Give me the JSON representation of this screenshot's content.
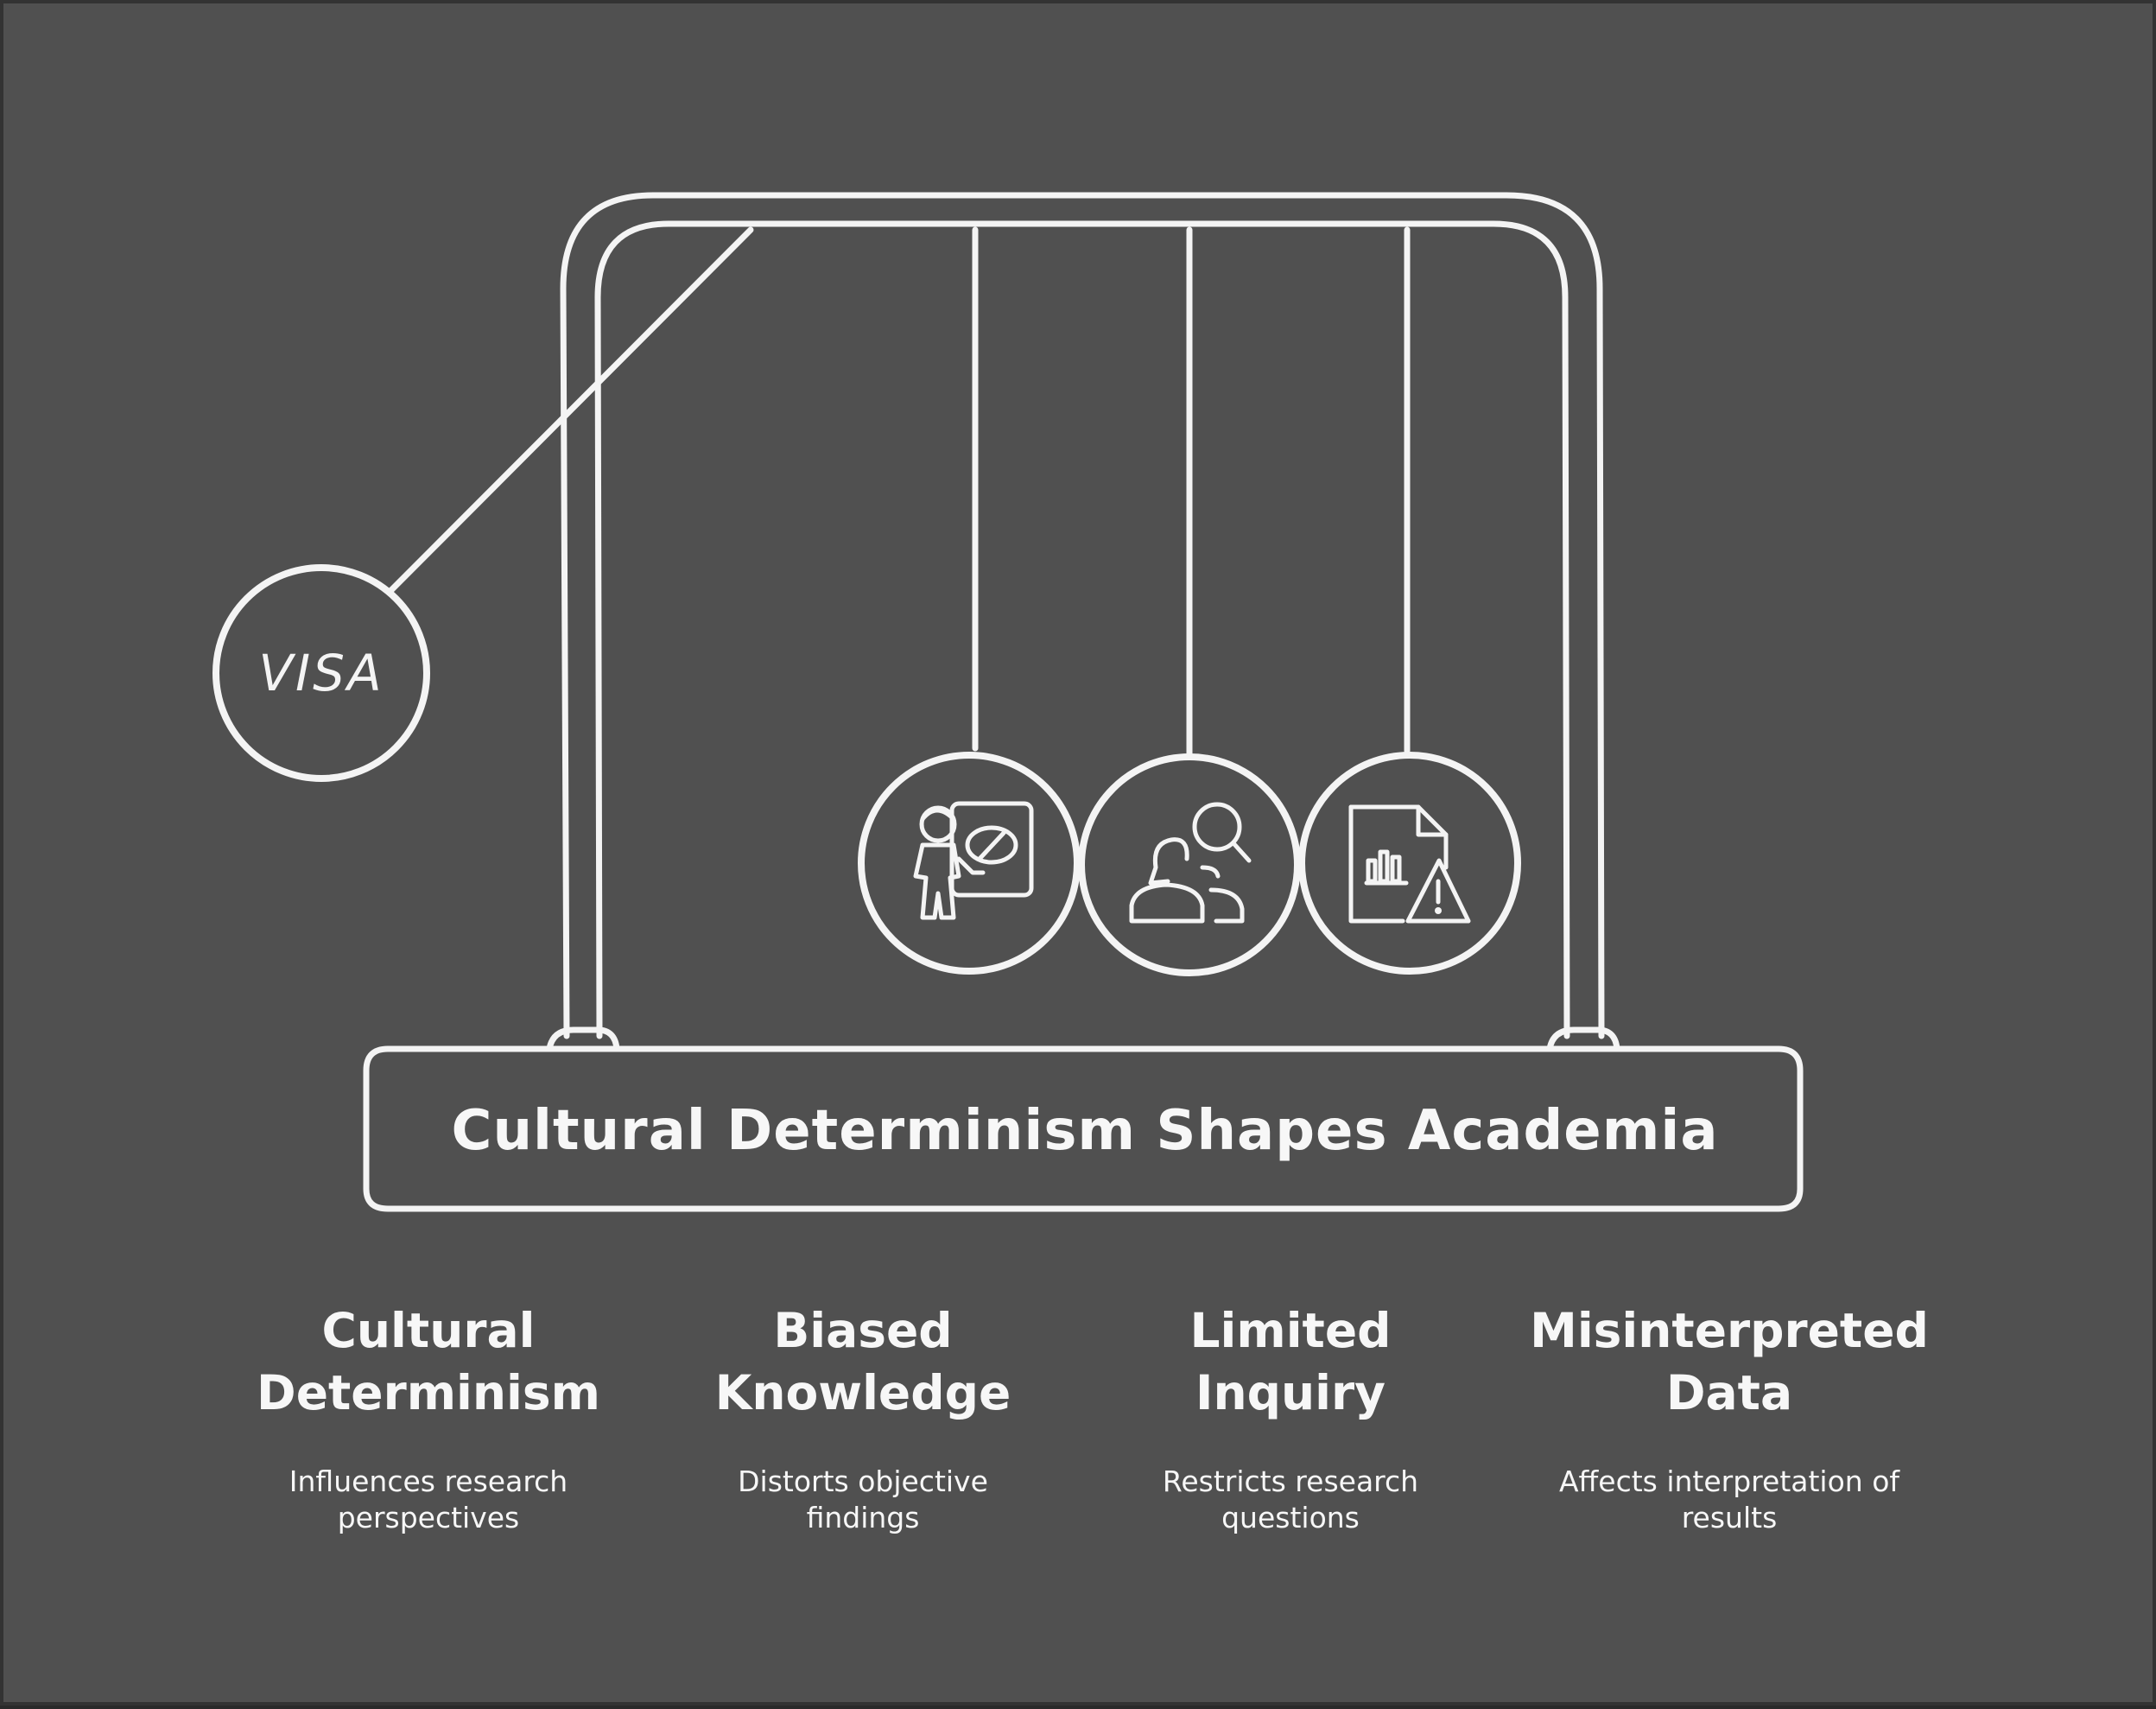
{
  "title": "Cultural Determinism Shapes Academia",
  "swinging_ball": {
    "label": "VISA"
  },
  "hanging_balls": [
    {
      "icon": "presenter-with-biased-chart-icon"
    },
    {
      "icon": "people-with-magnifier-icon"
    },
    {
      "icon": "document-chart-warning-icon"
    }
  ],
  "columns": [
    {
      "title_line1": "Cultural",
      "title_line2": "Determinism",
      "description_line1": "Influences research",
      "description_line2": "perspectives"
    },
    {
      "title_line1": "Biased",
      "title_line2": "Knowledge",
      "description_line1": "Distorts objective",
      "description_line2": "findings"
    },
    {
      "title_line1": "Limited",
      "title_line2": "Inquiry",
      "description_line1": "Restricts research",
      "description_line2": "questions"
    },
    {
      "title_line1": "Misinterpreted",
      "title_line2": "Data",
      "description_line1": "Affects interpretation of",
      "description_line2": "results"
    }
  ],
  "colors": {
    "background": "#505050",
    "stroke": "#f4f4f4",
    "frame_border": "#333333"
  }
}
